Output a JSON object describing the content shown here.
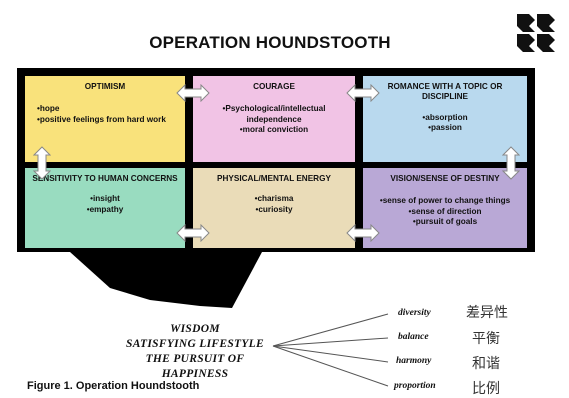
{
  "title": "OPERATION HOUNDSTOOTH",
  "cells": {
    "optimism": {
      "heading": "OPTIMISM",
      "bullets": [
        "•hope",
        "•positive feelings from hard work"
      ]
    },
    "courage": {
      "heading": "COURAGE",
      "bullets": [
        "•Psychological/intellectual independence",
        "•moral conviction"
      ]
    },
    "romance": {
      "heading": "ROMANCE WITH A TOPIC OR DISCIPLINE",
      "bullets": [
        "•absorption",
        "•passion"
      ]
    },
    "sensitivity": {
      "heading": "SENSITIVITY TO HUMAN CONCERNS",
      "bullets": [
        "•insight",
        "•empathy"
      ]
    },
    "energy": {
      "heading": "PHYSICAL/MENTAL ENERGY",
      "bullets": [
        "•charisma",
        "•curiosity"
      ]
    },
    "vision": {
      "heading": "VISION/SENSE OF DESTINY",
      "bullets": [
        "•sense of power to change things",
        "•sense of direction",
        "•pursuit of goals"
      ]
    }
  },
  "outcomes": [
    "WISDOM",
    "SATISFYING LIFESTYLE",
    "THE PURSUIT OF HAPPINESS"
  ],
  "branches": [
    {
      "label": "diversity",
      "cjk": "差异性"
    },
    {
      "label": "balance",
      "cjk": "平衡"
    },
    {
      "label": "harmony",
      "cjk": "和谐"
    },
    {
      "label": "proportion",
      "cjk": "比例"
    }
  ],
  "caption": "Figure 1.  Operation Houndstooth"
}
